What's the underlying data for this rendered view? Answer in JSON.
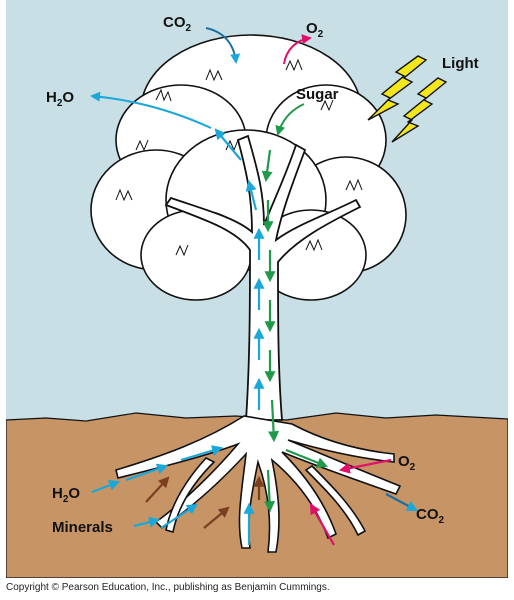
{
  "labels": {
    "co2_top": "CO",
    "o2_top": "O",
    "light": "Light",
    "h2o_left": "H",
    "sugar": "Sugar",
    "h2o_roots": "H",
    "o2_roots": "O",
    "minerals": "Minerals",
    "co2_roots": "CO"
  },
  "subscripts": {
    "co2_top": "2",
    "o2_top": "2",
    "h2o_left": "2",
    "h2o_left_suffix": "O",
    "h2o_roots": "2",
    "h2o_roots_suffix": "O",
    "o2_roots": "2",
    "co2_roots": "2"
  },
  "footer": {
    "copyright": "Copyright © Pearson Education, Inc., publishing as Benjamin Cummings."
  },
  "colors": {
    "sky": "#c9dfe6",
    "soil": "#c79466",
    "water_arrow": "#1aa7d9",
    "sugar_arrow": "#1e9a4a",
    "o2_arrow": "#e0106a",
    "mineral_arrow": "#7b3f1f",
    "light_bolt": "#f3e61c"
  }
}
